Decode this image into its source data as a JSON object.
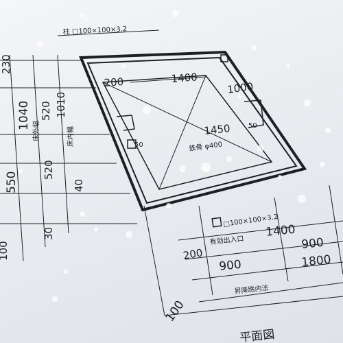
{
  "photo": {
    "subject": "drawing-sheet-with-water-droplets",
    "paper_color": "#eef1f4",
    "ink_color": "#1c1f24",
    "drawing": {
      "spec_top": "柱 □100×100×3.2",
      "top_dim_1": "1400",
      "top_dim_2": "1450",
      "top_dim_3": "1000",
      "left_labels": [
        "230",
        "1040",
        "520",
        "1010",
        "550",
        "520",
        "40",
        "30",
        "100"
      ],
      "left_side_text": [
        "床外幅",
        "床内幅"
      ],
      "center_label": "鉄骨 φ400",
      "dim_200_a": "200",
      "dim_200_b": "200",
      "small_dims": [
        "50",
        "50"
      ],
      "bottom_spec": "□100×100×3.2",
      "row1": [
        "有効出入口",
        "1400",
        "900"
      ],
      "row2": [
        "900",
        "1800"
      ],
      "row3": "昇降路内法",
      "dim_100": "100",
      "corner_text": "平面図"
    }
  }
}
